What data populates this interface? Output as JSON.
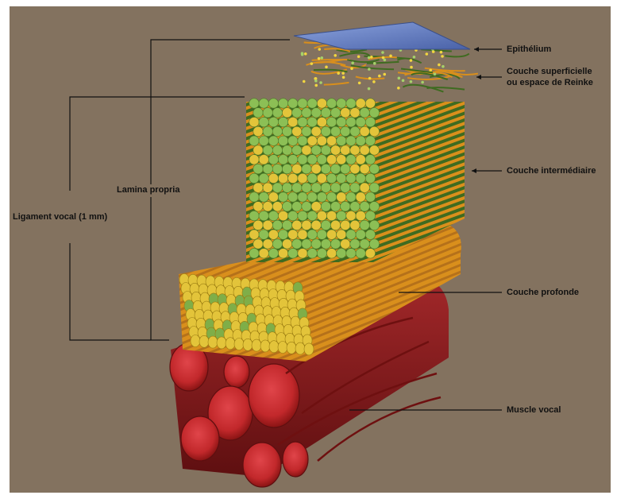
{
  "labels": {
    "epithelium": "Epithélium",
    "superficial_line1": "Couche superficielle",
    "superficial_line2": "ou espace de Reinke",
    "intermediate": "Couche intermédiaire",
    "deep": "Couche profonde",
    "muscle": "Muscle vocal",
    "lamina": "Lamina propria",
    "ligament": "Ligament vocal (1 mm)"
  },
  "colors": {
    "background": "#83725f",
    "epithelium": "#6f88c8",
    "green": "#6a9a3a",
    "green_dark": "#3f6b20",
    "yellow": "#e3c43a",
    "orange": "#d98f1c",
    "muscle": "#8e1b1b",
    "muscle_face": "#c2282b"
  }
}
